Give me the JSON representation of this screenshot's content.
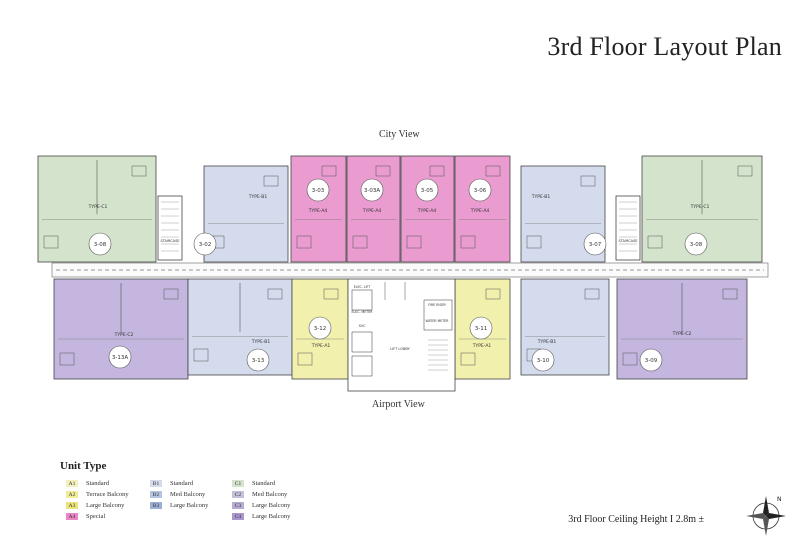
{
  "title": "3rd Floor Layout Plan",
  "view_top": "City View",
  "view_bottom": "Airport View",
  "ceiling_note": "3rd Floor Ceiling Height I 2.8m ±",
  "legend": {
    "title": "Unit Type",
    "columns": [
      [
        {
          "code": "A1",
          "label": "Standard",
          "color": "#f3f0bf"
        },
        {
          "code": "A2",
          "label": "Terrace Balcony",
          "color": "#f1ec9a"
        },
        {
          "code": "A3",
          "label": "Large Balcony",
          "color": "#ece47a"
        },
        {
          "code": "A4",
          "label": "Special",
          "color": "#ea86c3"
        }
      ],
      [
        {
          "code": "B1",
          "label": "Standard",
          "color": "#d3dbed"
        },
        {
          "code": "B2",
          "label": "Med Balcony",
          "color": "#b6c3e2"
        },
        {
          "code": "B3",
          "label": "Large Balcony",
          "color": "#9dafd6"
        }
      ],
      [
        {
          "code": "C1",
          "label": "Standard",
          "color": "#d4e4cc"
        },
        {
          "code": "C2",
          "label": "Med Balcony",
          "color": "#c5c0dc"
        },
        {
          "code": "C3",
          "label": "Large Balcony",
          "color": "#b8abd3"
        },
        {
          "code": "C4",
          "label": "Large Balcony",
          "color": "#a996cc"
        }
      ]
    ]
  },
  "units_top": [
    {
      "id": "3-08",
      "type": "TYPE-C1",
      "color": "#d4e4cc"
    },
    {
      "id": "3-02",
      "type": "TYPE-B1",
      "color": "#d3dbed"
    },
    {
      "id": "3-03",
      "type": "TYPE-A4",
      "color": "#ea9bd0"
    },
    {
      "id": "3-03A",
      "type": "TYPE-A4",
      "color": "#ea9bd0"
    },
    {
      "id": "3-05",
      "type": "TYPE-A4",
      "color": "#ea9bd0"
    },
    {
      "id": "3-06",
      "type": "TYPE-A4",
      "color": "#ea9bd0"
    },
    {
      "id": "3-07",
      "type": "TYPE-B1",
      "color": "#d3dbed"
    },
    {
      "id": "3-08",
      "type": "TYPE-C1",
      "color": "#d4e4cc"
    }
  ],
  "units_bottom": [
    {
      "id": "3-13A",
      "type": "TYPE-C2",
      "color": "#c4b6de"
    },
    {
      "id": "3-13",
      "type": "TYPE-B1",
      "color": "#d3dbed"
    },
    {
      "id": "3-12",
      "type": "TYPE-A1",
      "color": "#f2f0ad"
    },
    {
      "id": "3-11",
      "type": "TYPE-A1",
      "color": "#f2f0ad"
    },
    {
      "id": "3-10",
      "type": "TYPE-B1",
      "color": "#d3dbed"
    },
    {
      "id": "3-09",
      "type": "TYPE-C2",
      "color": "#c4b6de"
    }
  ],
  "core_labels": [
    "LIFT LOBBY",
    "FIRE RISER",
    "WATER METER",
    "ELEC. METER",
    "SVC",
    "ELEC. LIFT"
  ],
  "stair_label": "STAIRCASE"
}
